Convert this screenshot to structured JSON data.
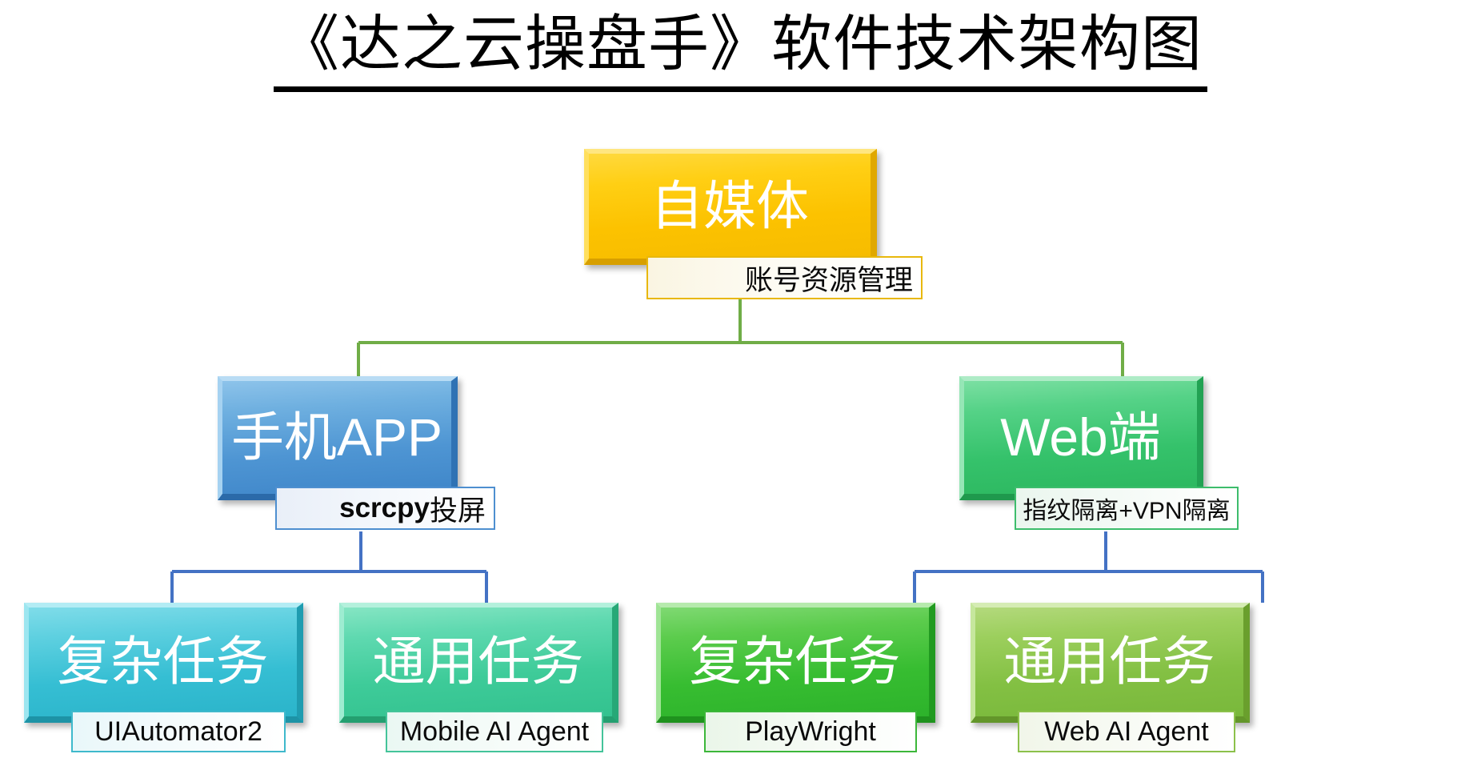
{
  "title": {
    "text": "《达之云操盘手》软件技术架构图"
  },
  "colors": {
    "root_accent": "#f6bc00",
    "mobile_accent": "#4e95d3",
    "web_accent": "#35c26b",
    "uiautomator_accent": "#35bed3",
    "mobile_agent_accent": "#3ecb99",
    "playwright_accent": "#37bd31",
    "web_agent_accent": "#83c043",
    "connector_level1": "#70ad47",
    "connector_level2": "#4472c4"
  },
  "nodes": {
    "root": {
      "label": "自媒体",
      "caption": "账号资源管理"
    },
    "mobile_app": {
      "label": "手机APP",
      "caption_strong": "scrcpy",
      "caption_rest": "投屏"
    },
    "web": {
      "label": "Web端",
      "caption": "指纹隔离+VPN隔离"
    },
    "leaves": [
      {
        "label": "复杂任务",
        "caption": "UIAutomator2"
      },
      {
        "label": "通用任务",
        "caption": "Mobile AI Agent"
      },
      {
        "label": "复杂任务",
        "caption": "PlayWright"
      },
      {
        "label": "通用任务",
        "caption": "Web AI Agent"
      }
    ]
  }
}
